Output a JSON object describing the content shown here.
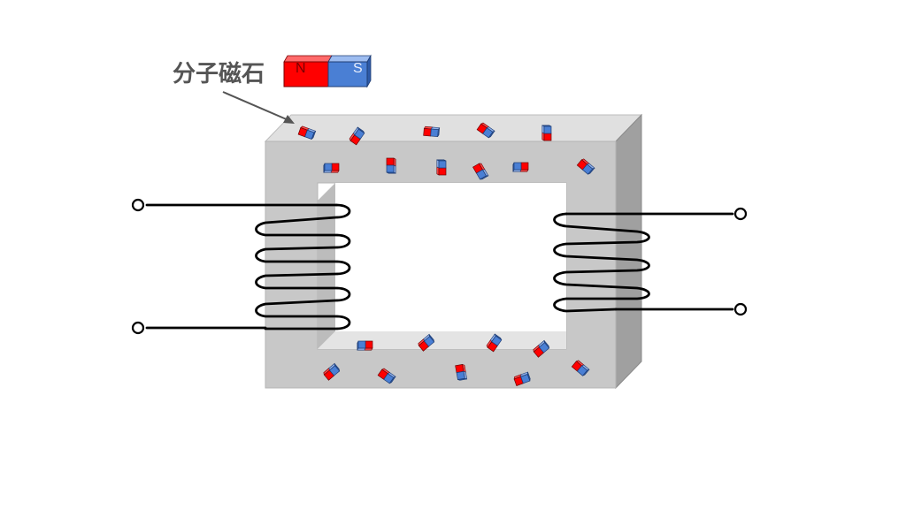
{
  "legend": {
    "label": "分子磁石",
    "north_label": "N",
    "south_label": "S"
  },
  "colors": {
    "north": "#ff0000",
    "south": "#4a7fd4",
    "core_front": "#c8c8c8",
    "core_top": "#e0e0e0",
    "core_side": "#9c9c9c",
    "wire": "#000000",
    "label_text": "#555555"
  },
  "icons": {
    "terminal": "open-circle-terminal",
    "magnet": "bar-magnet"
  }
}
